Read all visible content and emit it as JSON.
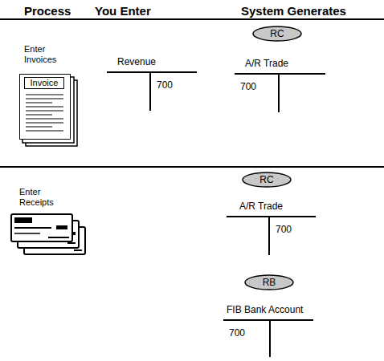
{
  "diagram": {
    "nodes": [
      {
        "text": [
          "Invoice"
        ]
      },
      {
        "text": [
          "Revenue",
          "700"
        ]
      },
      {
        "text": [
          "RC"
        ]
      },
      {
        "text": [
          "A/R Trade",
          "700"
        ]
      },
      {
        "text": [
          "RC"
        ]
      },
      {
        "text": [
          "A/R Trade",
          "700"
        ]
      },
      {
        "text": [
          "RB"
        ]
      },
      {
        "text": [
          "FIB Bank Account",
          "700"
        ]
      }
    ],
    "labels": [
      "Process",
      "You Enter",
      "System Generates",
      "Enter Invoices",
      "Enter Receipts"
    ]
  }
}
